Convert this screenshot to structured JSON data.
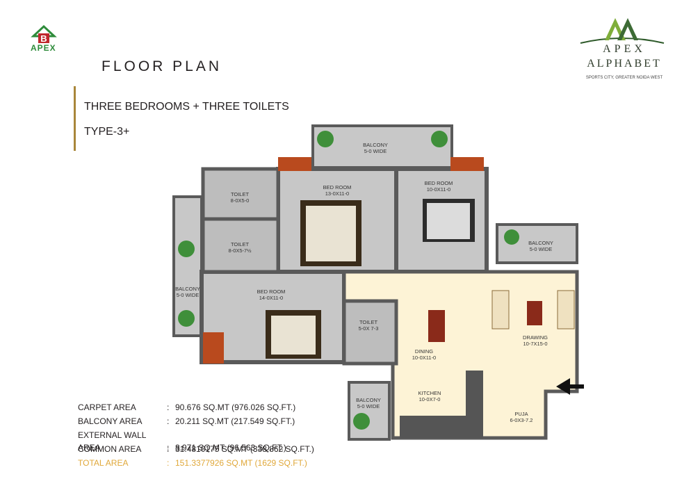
{
  "header": {
    "logo_text": "APEX",
    "title": "FLOOR  PLAN",
    "subtitle": "THREE BEDROOMS + THREE TOILETS",
    "type": "TYPE-3+"
  },
  "brand": {
    "name_line1": "APEX",
    "name_line2": "ALPHABET",
    "tagline": "SPORTS CITY, GREATER NOIDA WEST"
  },
  "colors": {
    "accent_bar": "#a9863a",
    "total_area": "#e0a83a",
    "logo_green": "#2e8b3a",
    "logo_red": "#c0272d",
    "wall": "#5a5a5a",
    "room_grey": "#c7c7c7",
    "living_cream": "#fdf3d6"
  },
  "rooms": [
    {
      "name": "BALCONY",
      "size": "5-0 WIDE"
    },
    {
      "name": "BED ROOM",
      "size": "13-0X11-0"
    },
    {
      "name": "BED ROOM",
      "size": "10-0X11-0"
    },
    {
      "name": "TOILET",
      "size": "8-0X5-0"
    },
    {
      "name": "TOILET",
      "size": "8-0X5-7½"
    },
    {
      "name": "BALCONY",
      "size": "5-0 WIDE"
    },
    {
      "name": "BED ROOM",
      "size": "14-0X11-0"
    },
    {
      "name": "TOILET",
      "size": "5-0X 7-3"
    },
    {
      "name": "DINING",
      "size": "10-0X11-0"
    },
    {
      "name": "DRAWING",
      "size": "10-7X15-0"
    },
    {
      "name": "BALCONY",
      "size": "5-0 WIDE"
    },
    {
      "name": "KITCHEN",
      "size": "10-0X7-0"
    },
    {
      "name": "BALCONY",
      "size": "5-0 WIDE"
    },
    {
      "name": "PUJA",
      "size": "6-0X3-7.2"
    }
  ],
  "areas": [
    {
      "label": "CARPET AREA",
      "sep": ":",
      "value": "90.676 SQ.MT (976.026 SQ.FT.)"
    },
    {
      "label": "BALCONY AREA",
      "sep": ":",
      "value": "20.211 SQ.MT (217.549 SQ.FT.)"
    },
    {
      "label": "EXTERNAL WALL AREA",
      "sep": ":",
      "value": "8.971 SQ.MT (96.563 SQ.FT.)"
    },
    {
      "label": "COMMON AREA",
      "sep": ":",
      "value": "31.4810175 SQ.MT (338.862 SQ.FT.)"
    },
    {
      "label": "TOTAL AREA",
      "sep": ":",
      "value": "151.3377926 SQ.MT (1629 SQ.FT.)"
    }
  ]
}
